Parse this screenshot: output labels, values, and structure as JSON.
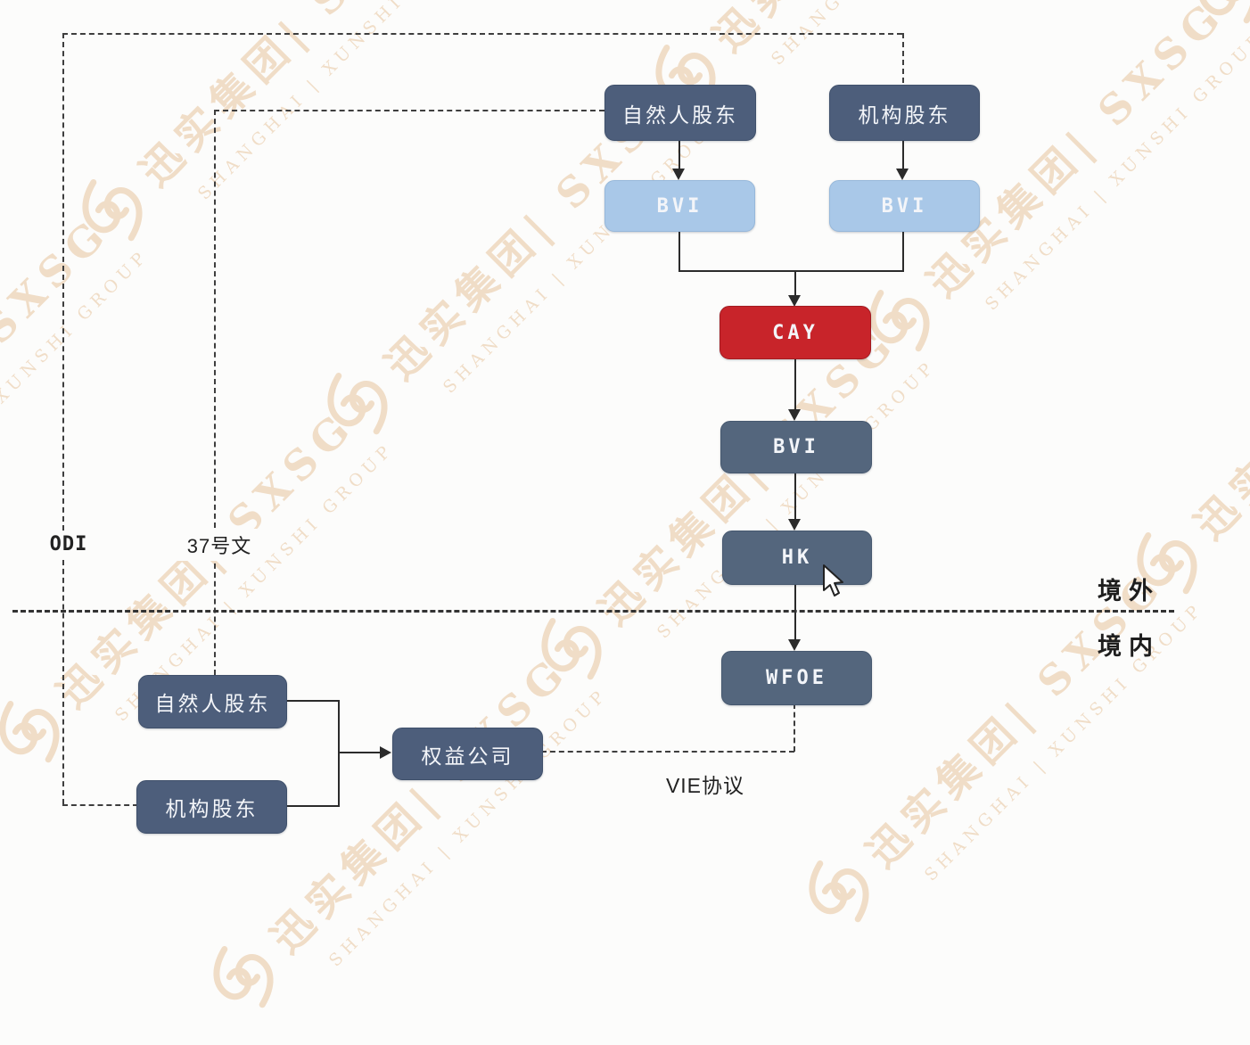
{
  "nodes": {
    "top_natural_shareholder": "自然人股东",
    "top_institutional_shareholder": "机构股东",
    "bvi_left": "BVI",
    "bvi_right": "BVI",
    "cay": "CAY",
    "bvi_mid": "BVI",
    "hk": "HK",
    "wfoe": "WFOE",
    "bottom_natural_shareholder": "自然人股东",
    "bottom_institutional_shareholder": "机构股东",
    "equity_company": "权益公司"
  },
  "labels": {
    "odi": "ODI",
    "circular_37": "37号文",
    "vie_agreement": "VIE协议",
    "offshore": "境外",
    "onshore": "境内"
  },
  "watermark": {
    "brand_cn": "迅实集团| SXSG",
    "brand_en": "SHANGHAI | XUNSHI GROUP",
    "color": "#e5bf95"
  },
  "colors": {
    "dark_box": "#4d5e7b",
    "mid_box": "#54667d",
    "light_box": "#a9c8e8",
    "red_box": "#c8242a",
    "line": "#2b2b2b",
    "label_text": "#222222"
  }
}
